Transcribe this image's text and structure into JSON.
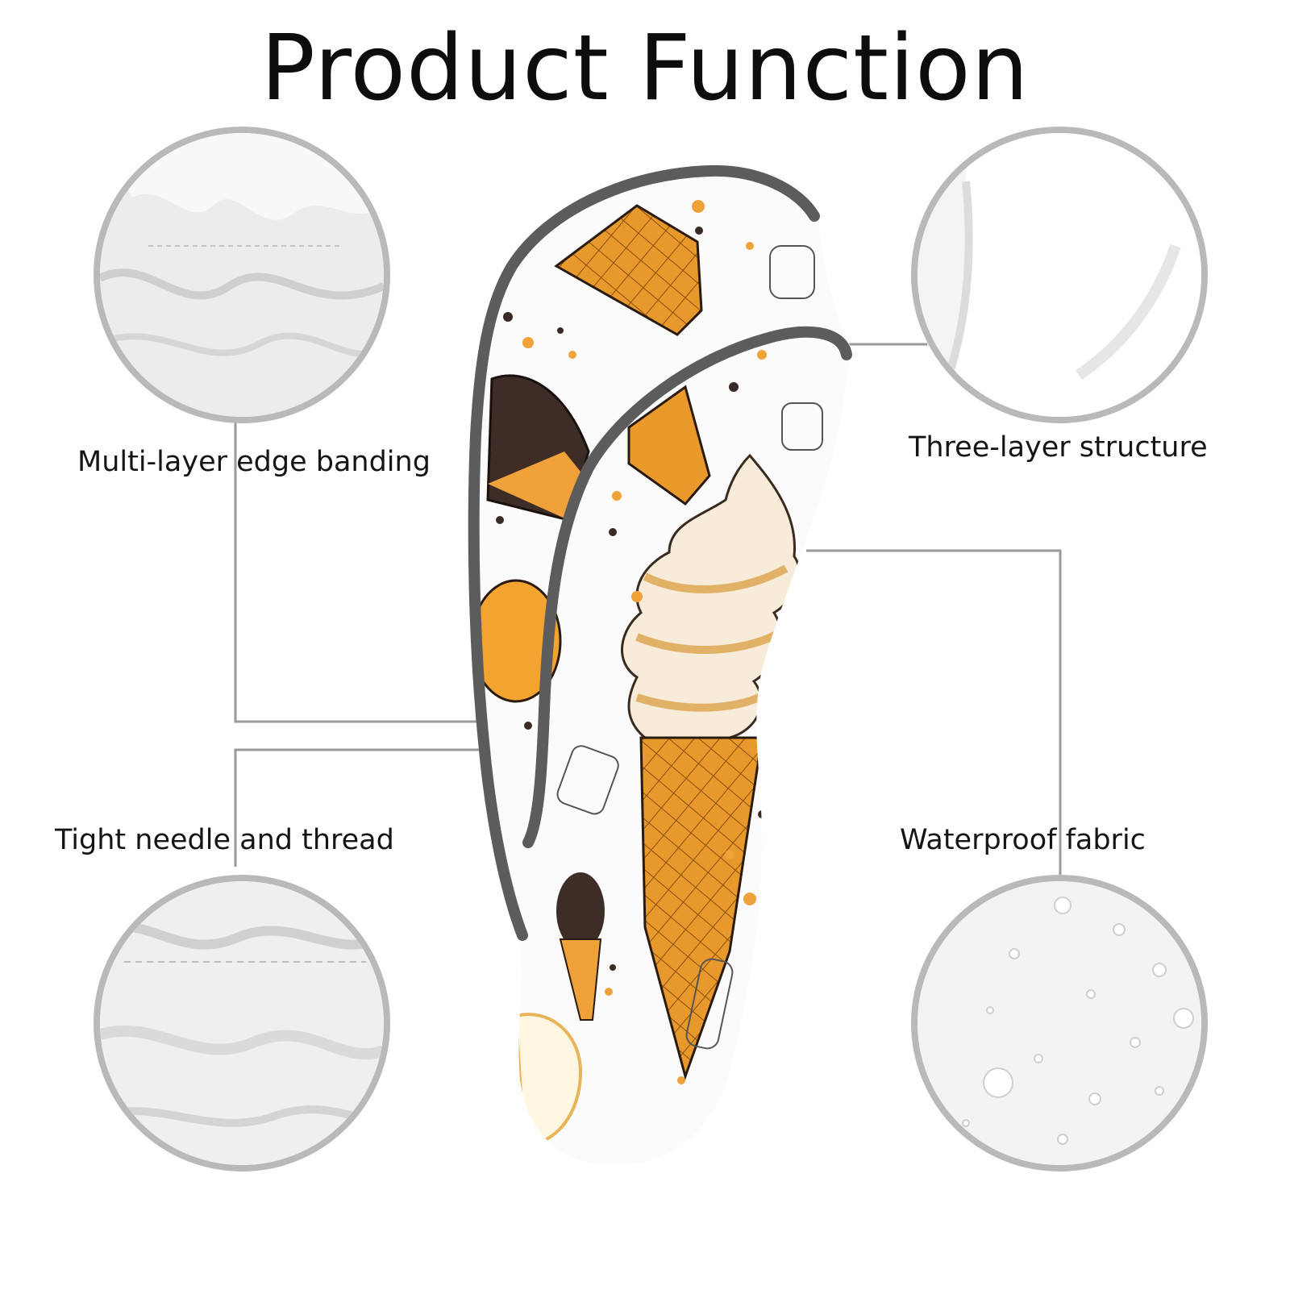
{
  "title": "Product Function",
  "features": {
    "top_left": "Multi-layer edge banding",
    "top_right": "Three-layer structure",
    "bottom_left": "Tight needle and thread",
    "bottom_right": "Waterproof fabric"
  },
  "colors": {
    "outline": "#b9b9b9",
    "trim": "#5c5c5c",
    "cone": "#e79a2b",
    "chocolate": "#3e2c27",
    "fabric": "#f2f2f2"
  },
  "icons": {
    "product": "golf-club-head-cover-icon",
    "detail": "fabric-detail-icon"
  }
}
